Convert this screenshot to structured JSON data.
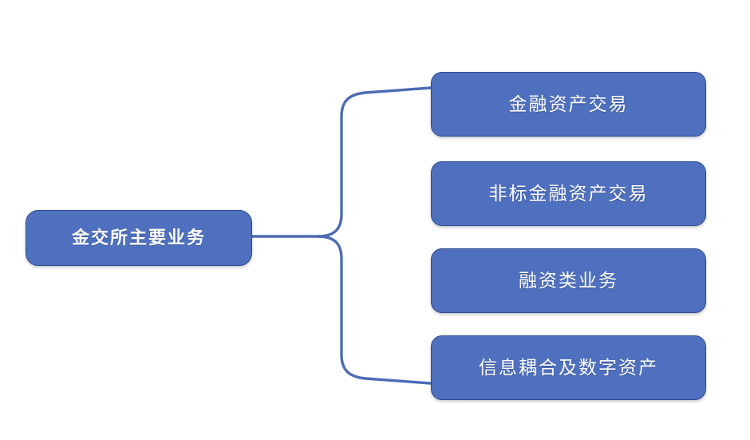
{
  "diagram": {
    "type": "hierarchy-tree",
    "orientation": "left-to-right",
    "colors": {
      "node_fill": "#4F70BE",
      "node_border": "#2E4B8F",
      "node_text": "#FFFFFF",
      "connector": "#4F70BE",
      "background": "#FFFFFF"
    },
    "root": {
      "label": "金交所主要业务"
    },
    "children": [
      {
        "label": "金融资产交易"
      },
      {
        "label": "非标金融资产交易"
      },
      {
        "label": "融资类业务"
      },
      {
        "label": "信息耦合及数字资产"
      }
    ]
  }
}
